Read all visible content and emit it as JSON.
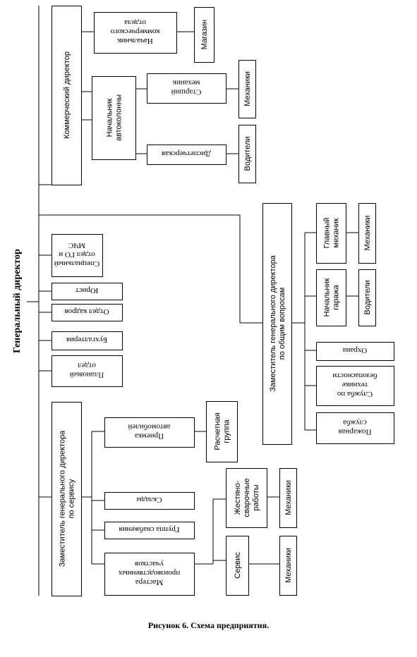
{
  "nodes": {
    "general_director": [
      "Генеральный директор"
    ],
    "commercial_director": [
      "Коммерческий директор"
    ],
    "head_commercial": [
      "Начальник",
      "коммерческого",
      "отдела"
    ],
    "shop": [
      "Магазин"
    ],
    "head_autocolumn": [
      "Начальник",
      "автоколонны"
    ],
    "senior_mechanic": [
      "Старший",
      "механик"
    ],
    "mechanics_1": [
      "Механики"
    ],
    "dispatch": [
      "Диспетчерская"
    ],
    "drivers_1": [
      "Водители"
    ],
    "special_dept": [
      "Специальный",
      "отдел ГО и",
      "МЧС"
    ],
    "lawyer": [
      "Юрист"
    ],
    "hr_dept": [
      "Отдел кадров"
    ],
    "accounting": [
      "Бухгалтерия"
    ],
    "planning_dept": [
      "Плановый",
      "отдел"
    ],
    "deputy_service": [
      "Заместитель генерального директора",
      "по сервису"
    ],
    "car_reception": [
      "Приемка",
      "автомобилей"
    ],
    "calc_group": [
      "Расчетная",
      "группа"
    ],
    "warehouses": [
      "Склады"
    ],
    "supply_group": [
      "Группа снабжения"
    ],
    "masters": [
      "Мастера",
      "производственных",
      "участков"
    ],
    "bodywork": [
      "Жестяно-",
      "сварочные",
      "работы"
    ],
    "mechanics_2": [
      "Механики"
    ],
    "service": [
      "Сервис"
    ],
    "mechanics_3": [
      "Механики"
    ],
    "deputy_general": [
      "Заместитель генерального директора",
      "по общим вопросам"
    ],
    "chief_mechanic": [
      "Главный",
      "механик"
    ],
    "mechanics_4": [
      "Механики"
    ],
    "head_garage": [
      "Начальник",
      "гаража"
    ],
    "drivers_2": [
      "Водители"
    ],
    "security": [
      "Охрана"
    ],
    "safety_service": [
      "Служба по",
      "технике",
      "безопасности"
    ],
    "fire_service": [
      "Пожарная",
      "служба"
    ]
  },
  "caption": "Рисунок 6. Схема предприятия."
}
